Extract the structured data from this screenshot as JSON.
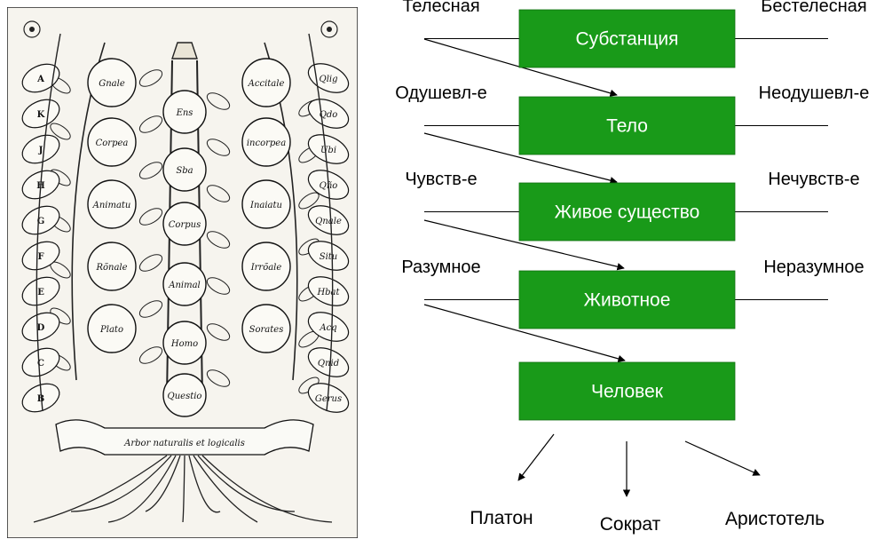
{
  "colors": {
    "box_fill": "#199a19",
    "box_text": "#ffffff",
    "line": "#000000"
  },
  "hierarchy": [
    {
      "box": "Субстанция",
      "left": "Телесная",
      "right": "Бестелесная"
    },
    {
      "box": "Тело",
      "left": "Одушевл-е",
      "right": "Неодушевл-е"
    },
    {
      "box": "Живое существо",
      "left": "Чувств-е",
      "right": "Нечувств-е"
    },
    {
      "box": "Животное",
      "left": "Разумное",
      "right": "Неразумное"
    },
    {
      "box": "Человек",
      "left": "",
      "right": ""
    }
  ],
  "individuals": [
    "Платон",
    "Сократ",
    "Аристотель"
  ],
  "woodcut": {
    "title": "Arbor naturalis et logicalis",
    "trunk_nodes": [
      "Ens",
      "Sba",
      "Corpus",
      "Animal",
      "Homo",
      "Questio"
    ],
    "left_nodes": [
      "Gnale",
      "Corpea",
      "Animatu",
      "Rõnale",
      "Plato"
    ],
    "right_nodes": [
      "Accitale",
      "incorpea",
      "Inaiatu",
      "Irrõale",
      "Sorates"
    ],
    "left_letters": [
      "A",
      "K",
      "J",
      "H",
      "G",
      "F",
      "E",
      "D",
      "C",
      "B"
    ],
    "right_leaves": [
      "Qlig",
      "Qdo",
      "Ubi",
      "Qño",
      "Qnale",
      "Situ",
      "Hbat",
      "Acq",
      "Qnid",
      "Gerus"
    ]
  }
}
